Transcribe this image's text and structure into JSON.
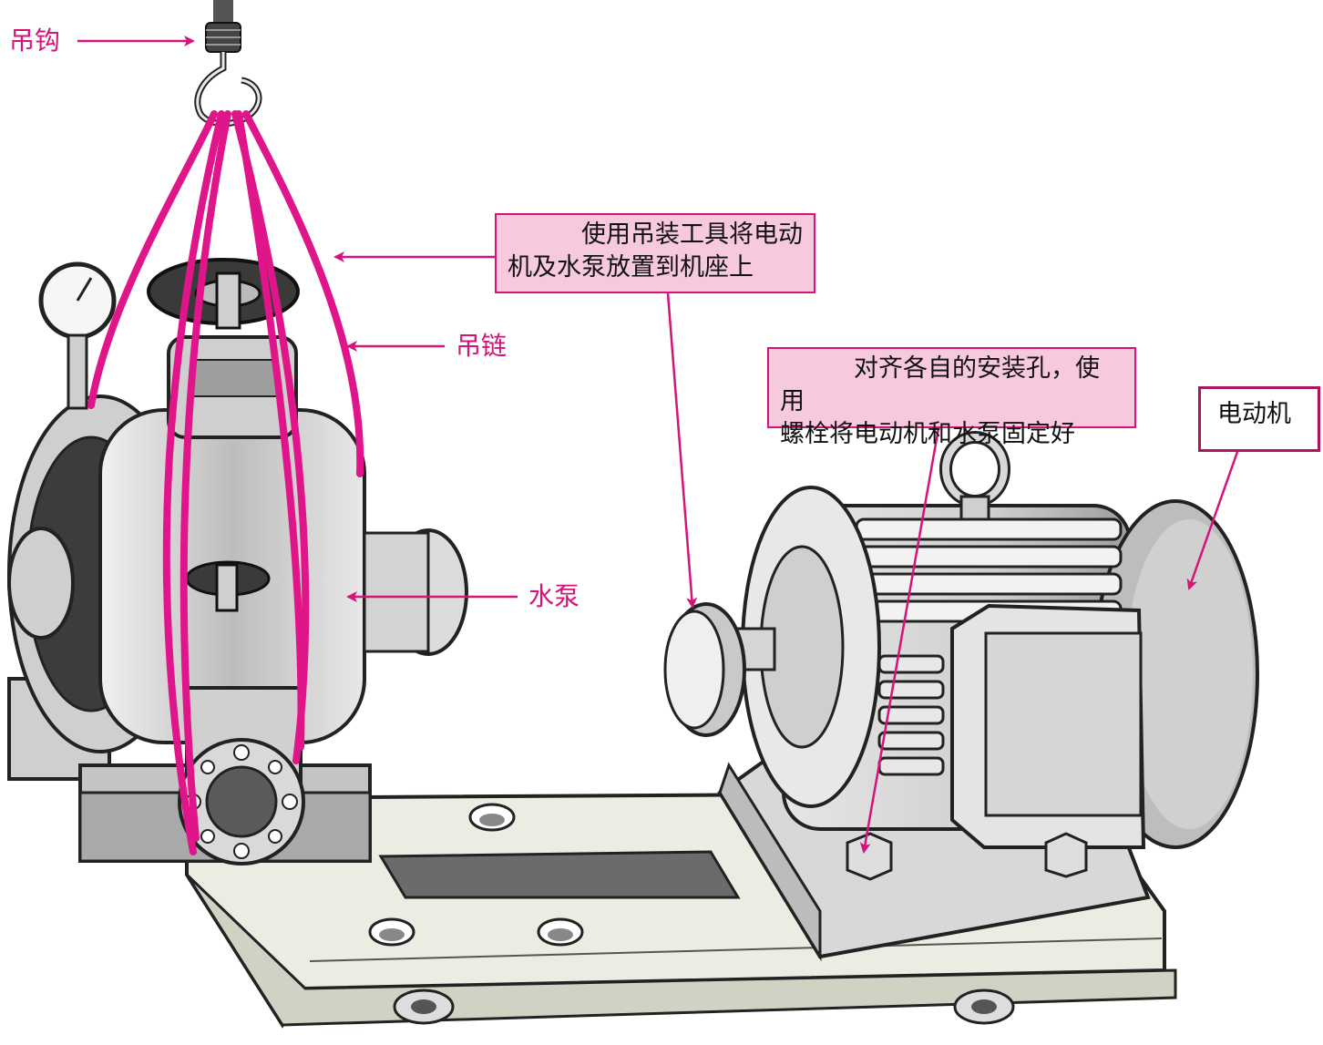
{
  "labels": {
    "hook": "吊钩",
    "chain": "吊链",
    "pump": "水泵",
    "motor": "电动机"
  },
  "callouts": {
    "hoist_line1": "使用吊装工具将电动",
    "hoist_line2": "机及水泵放置到机座上",
    "align_line1": "对齐各自的安装孔，使用",
    "align_line2": "螺栓将电动机和水泵固定好"
  },
  "colors": {
    "accent": "#d4147a",
    "callout_fill": "#f7c9dd",
    "chain": "#e0158a",
    "metal_dark": "#4a4a4a",
    "metal_light": "#d9d9d9",
    "base_plate": "#e4e4d8"
  }
}
